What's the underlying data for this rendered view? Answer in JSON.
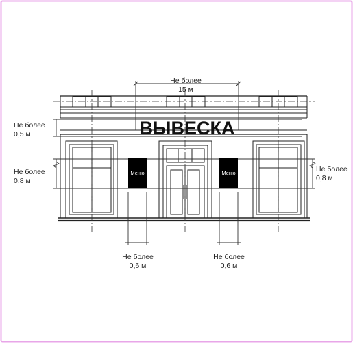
{
  "colors": {
    "frame_border": "#e8a6e8",
    "line": "#222222",
    "dim_line": "#333333",
    "sign_text": "#111111",
    "menu_board": "#000000",
    "menu_text": "#ffffff"
  },
  "sign": {
    "text": "ВЫВЕСКА"
  },
  "menu_boards": [
    {
      "label": "Меню"
    },
    {
      "label": "Меню"
    }
  ],
  "dimensions": {
    "top_width": {
      "line1": "Не более",
      "line2": "15 м"
    },
    "sign_height": {
      "line1": "Не более",
      "line2": "0,5 м"
    },
    "menu_height_left": {
      "line1": "Не более",
      "line2": "0,8 м"
    },
    "menu_height_right": {
      "line1": "Не более",
      "line2": "0,8 м"
    },
    "menu_width_left": {
      "line1": "Не более",
      "line2": "0,6 м"
    },
    "menu_width_right": {
      "line1": "Не более",
      "line2": "0,6 м"
    }
  }
}
